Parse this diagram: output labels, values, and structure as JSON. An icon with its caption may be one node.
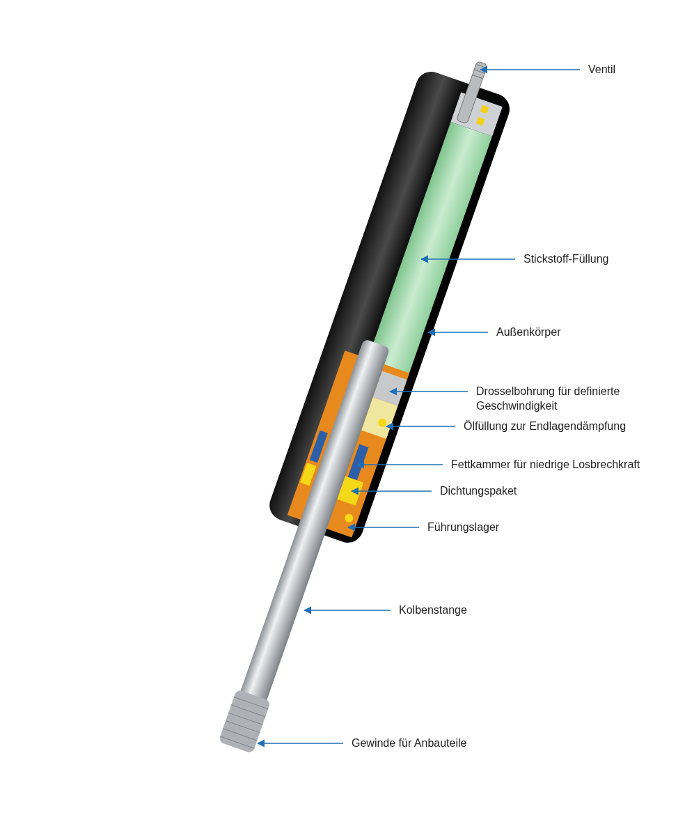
{
  "diagram": {
    "nodes": [
      {
        "text": [
          "Ventil"
        ]
      },
      {
        "text": [
          "Stickstoff-Füllung"
        ]
      },
      {
        "text": [
          "Außenkörper"
        ]
      },
      {
        "text": [
          "Drosselbohrung für definierte Geschwindigkeit"
        ]
      },
      {
        "text": [
          "Ölfüllung zur Endlagendämpfung"
        ]
      },
      {
        "text": [
          "Fettkammer für niedrige Losbrechkraft"
        ]
      },
      {
        "text": [
          "Dichtungspaket"
        ]
      },
      {
        "text": [
          "Führungslager"
        ]
      },
      {
        "text": [
          "Kolbenstange"
        ]
      },
      {
        "text": [
          "Gewinde für Anbauteile"
        ]
      }
    ],
    "edges": [
      {
        "from": 0,
        "to": null,
        "arrow": "to"
      },
      {
        "from": 1,
        "to": null,
        "arrow": "to"
      },
      {
        "from": 2,
        "to": null,
        "arrow": "to"
      },
      {
        "from": 3,
        "to": null,
        "arrow": "to"
      },
      {
        "from": 4,
        "to": null,
        "arrow": "to"
      },
      {
        "from": 5,
        "to": null,
        "arrow": "to"
      },
      {
        "from": 6,
        "to": null,
        "arrow": "to"
      },
      {
        "from": 7,
        "to": null,
        "arrow": "to"
      },
      {
        "from": 8,
        "to": null,
        "arrow": "to"
      },
      {
        "from": 9,
        "to": null,
        "arrow": "to"
      }
    ]
  }
}
